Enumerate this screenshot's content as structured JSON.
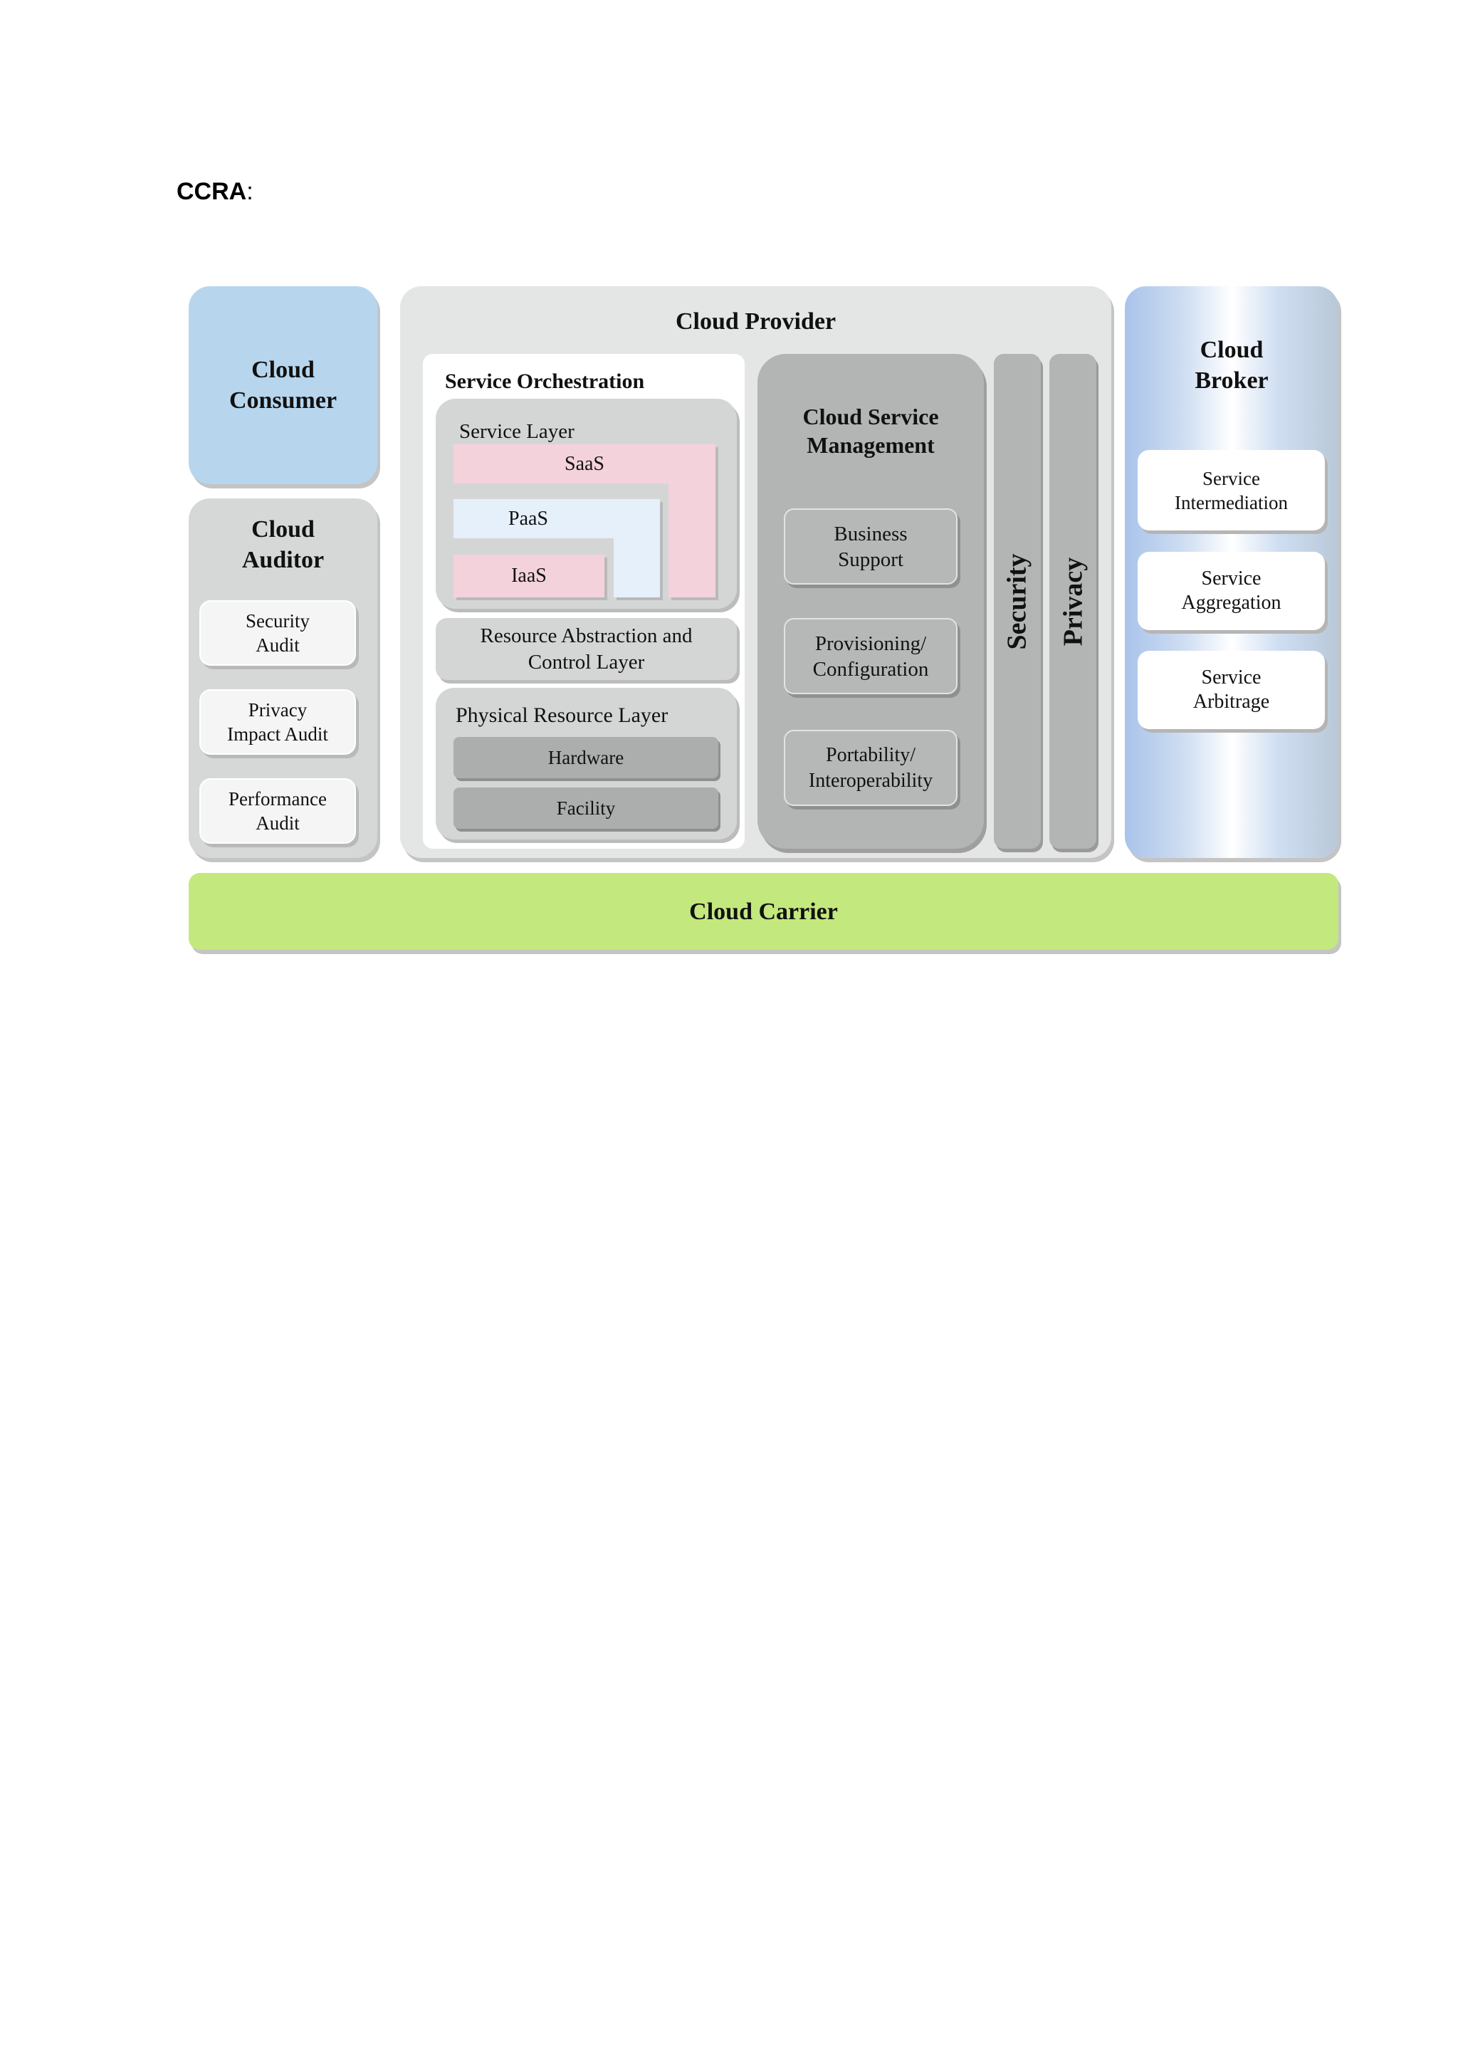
{
  "heading": {
    "prefix": "CCRA",
    "suffix": ":"
  },
  "consumer": {
    "line1": "Cloud",
    "line2": "Consumer"
  },
  "auditor": {
    "line1": "Cloud",
    "line2": "Auditor",
    "items": [
      {
        "line1": "Security",
        "line2": "Audit"
      },
      {
        "line1": "Privacy",
        "line2": "Impact Audit"
      },
      {
        "line1": "Performance",
        "line2": "Audit"
      }
    ]
  },
  "provider": {
    "title": "Cloud Provider",
    "orchestration": {
      "title": "Service Orchestration",
      "service_layer": {
        "title": "Service Layer",
        "saas": "SaaS",
        "paas": "PaaS",
        "iaas": "IaaS"
      },
      "resource_abstraction": {
        "line1": "Resource Abstraction and",
        "line2": "Control Layer"
      },
      "physical": {
        "title": "Physical Resource Layer",
        "hardware": "Hardware",
        "facility": "Facility"
      }
    },
    "management": {
      "line1": "Cloud Service",
      "line2": "Management",
      "items": [
        {
          "line1": "Business",
          "line2": "Support"
        },
        {
          "line1": "Provisioning/",
          "line2": "Configuration"
        },
        {
          "line1": "Portability/",
          "line2": "Interoperability"
        }
      ]
    },
    "security": "Security",
    "privacy": "Privacy"
  },
  "broker": {
    "line1": "Cloud",
    "line2": "Broker",
    "items": [
      {
        "line1": "Service",
        "line2": "Intermediation"
      },
      {
        "line1": "Service",
        "line2": "Aggregation"
      },
      {
        "line1": "Service",
        "line2": "Arbitrage"
      }
    ]
  },
  "carrier": "Cloud Carrier",
  "colors": {
    "consumer": "#b7d6ee",
    "auditor": "#d6d8d8",
    "provider": "#e4e5e5",
    "saas": "#f4d2dc",
    "paas": "#e6f0fa",
    "iaas": "#f4d2dc",
    "management": "#b3b5b5",
    "broker_accent": "#a9c3ea",
    "carrier": "#c3e87d"
  }
}
